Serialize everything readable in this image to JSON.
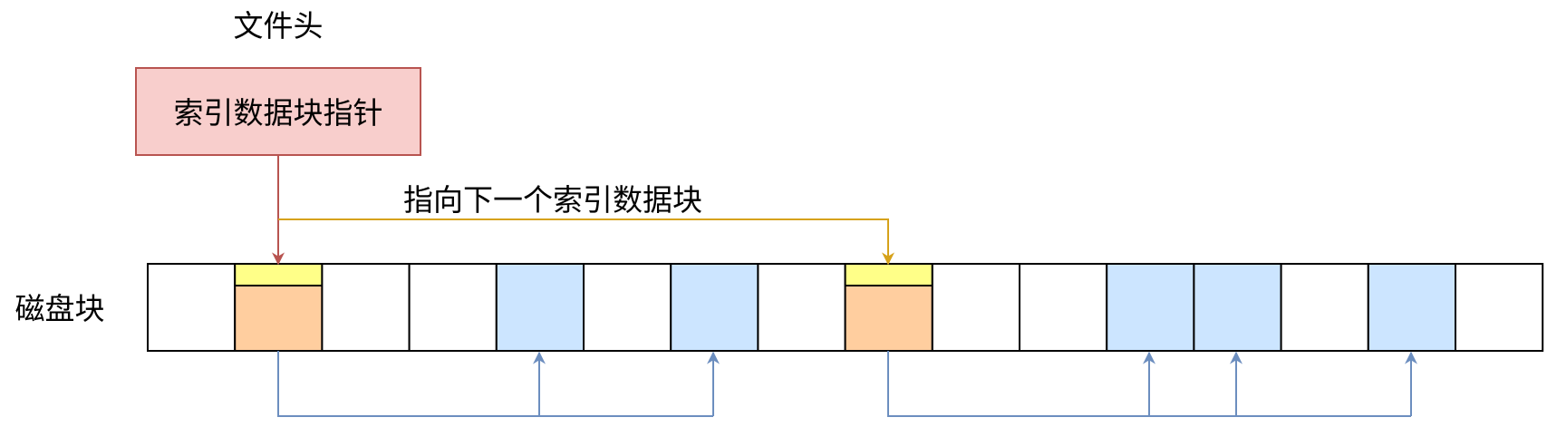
{
  "file_header_title": "文件头",
  "pointer_box_label": "索引数据块指针",
  "next_index_label": "指向下一个索引数据块",
  "disk_label": "磁盘块",
  "blocks": [
    "empty",
    "index",
    "empty",
    "empty",
    "data",
    "empty",
    "data",
    "empty",
    "index",
    "empty",
    "empty",
    "data",
    "data",
    "empty",
    "data",
    "empty"
  ],
  "colors": {
    "pointer_fill": "#f8cecc",
    "pointer_stroke": "#b85450",
    "index_top": "#ffff88",
    "index_body": "#ffce9f",
    "data_fill": "#cce5ff",
    "empty_fill": "#ffffff",
    "next_link": "#d6a21a",
    "data_link": "#6c8ebf",
    "header_link": "#b85450"
  }
}
